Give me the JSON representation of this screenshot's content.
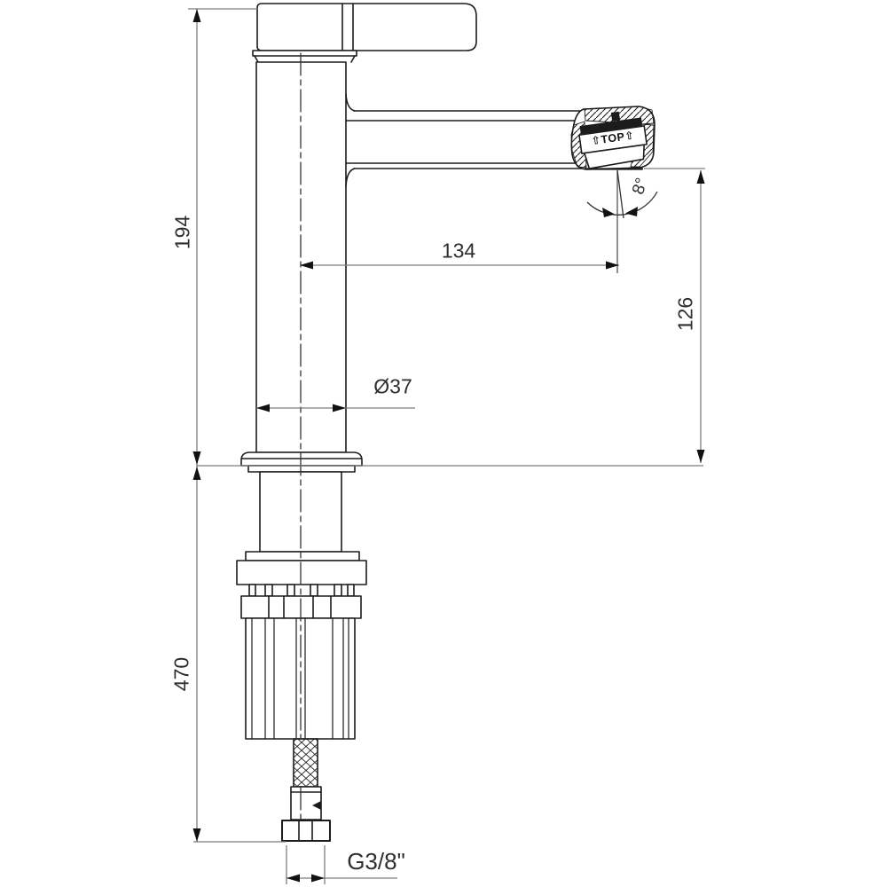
{
  "drawing": {
    "figure": "basin-mixer-faucet-side-elevation-technical-drawing",
    "labels": {
      "height_upper": "194",
      "height_total": "470",
      "spout_reach": "134",
      "spout_height": "126",
      "spout_angle": "8°",
      "body_diameter": "Ø37",
      "connection_thread": "G3/8\"",
      "aerator_marking": "⇧TOP⇧"
    },
    "colors": {
      "background": "#ffffff",
      "outline": "#1c1c1c",
      "dimension_line": "#7e7e7e",
      "text": "#2e2e2e"
    }
  }
}
